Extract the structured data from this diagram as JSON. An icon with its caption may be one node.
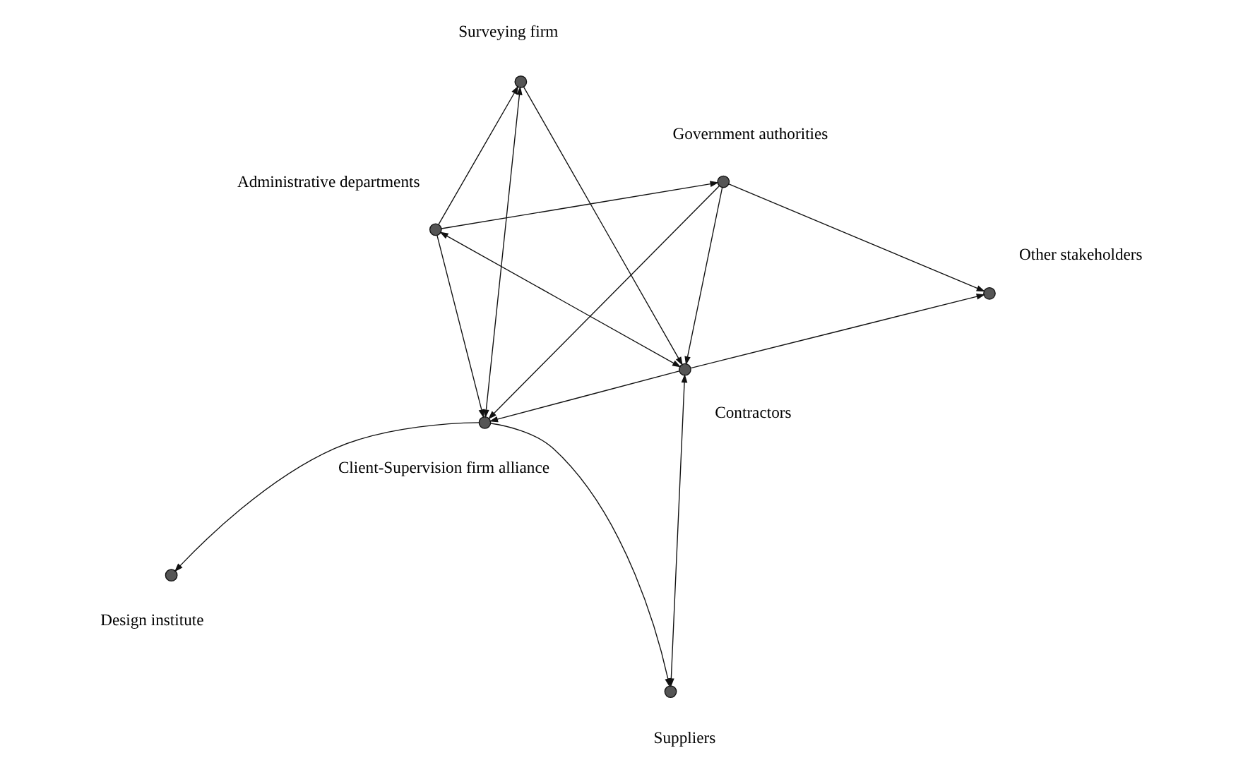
{
  "diagram": {
    "nodes": [
      {
        "text": [],
        "shape": "circle",
        "beside": [
          "Suppliers"
        ]
      },
      {
        "text": [],
        "shape": "circle",
        "beside": [
          "Other stakeholders"
        ]
      },
      {
        "text": [],
        "shape": "circle",
        "beside": [
          "Contractors"
        ]
      },
      {
        "text": [],
        "shape": "circle",
        "beside": [
          "Client-Supervision firm alliance"
        ]
      },
      {
        "text": [],
        "shape": "circle",
        "beside": [
          "Design institute"
        ]
      },
      {
        "text": [],
        "shape": "circle",
        "beside": [
          "Government authorities"
        ]
      },
      {
        "text": [],
        "shape": "circle",
        "beside": [
          "Administrative departments"
        ]
      },
      {
        "text": [],
        "shape": "circle",
        "beside": [
          "Surveying firm"
        ]
      }
    ],
    "edges": [
      {
        "from": 2,
        "to": 0,
        "arrow": "both"
      },
      {
        "from": 3,
        "to": 0,
        "arrow": "to"
      },
      {
        "from": 2,
        "to": 1,
        "arrow": "to"
      },
      {
        "from": 2,
        "to": 3,
        "arrow": "to"
      },
      {
        "from": 3,
        "to": 4,
        "arrow": "to"
      },
      {
        "from": 5,
        "to": 1,
        "arrow": "to"
      },
      {
        "from": 5,
        "to": 2,
        "arrow": "to"
      },
      {
        "from": 5,
        "to": 3,
        "arrow": "to"
      },
      {
        "from": 6,
        "to": 5,
        "arrow": "to"
      },
      {
        "from": 6,
        "to": 2,
        "arrow": "both"
      },
      {
        "from": 6,
        "to": 3,
        "arrow": "to"
      },
      {
        "from": 6,
        "to": 7,
        "arrow": "to"
      },
      {
        "from": 7,
        "to": 2,
        "arrow": "to"
      },
      {
        "from": 7,
        "to": 3,
        "arrow": "both"
      }
    ]
  }
}
